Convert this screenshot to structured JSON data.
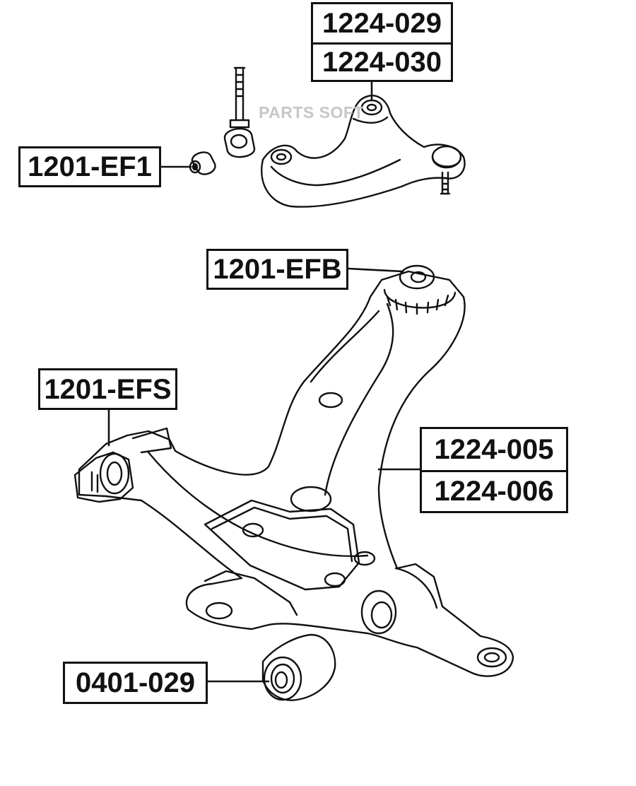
{
  "watermark": "PARTS SOFT",
  "callouts": {
    "upper_arm_part_1": "1224-029",
    "upper_arm_part_2": "1224-030",
    "small_bushing": "1201-EF1",
    "ball_joint_bushing": "1201-EFB",
    "front_bushing": "1201-EFS",
    "lower_arm_part_1": "1224-005",
    "lower_arm_part_2": "1224-006",
    "rear_bushing": "0401-029"
  },
  "colors": {
    "line": "#111111",
    "watermark": "#c7c7c7",
    "background": "#ffffff"
  }
}
